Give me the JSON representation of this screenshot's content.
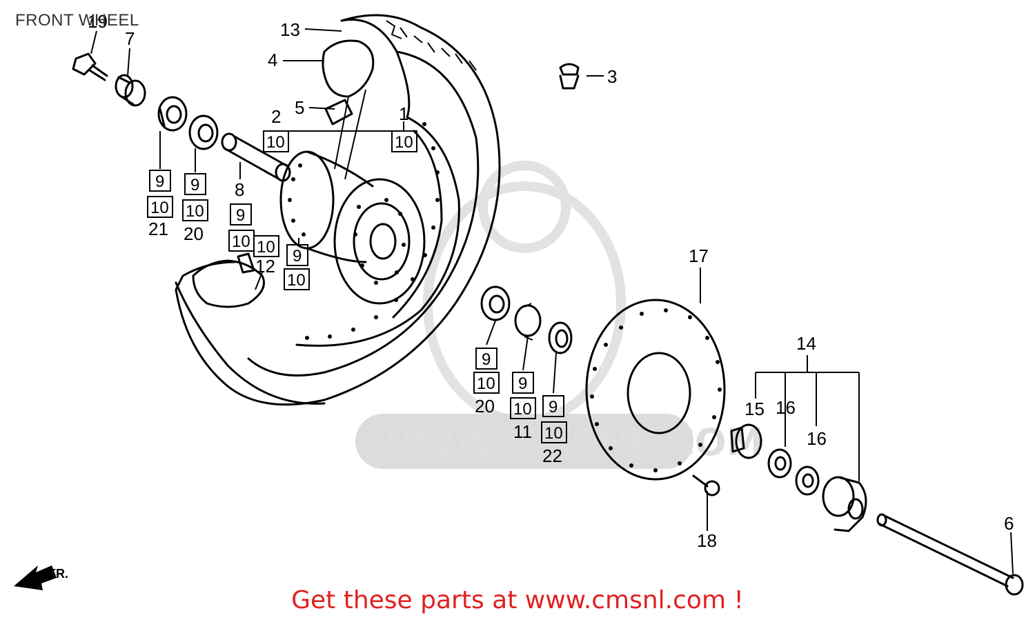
{
  "title": "FRONT WHEEL",
  "cta": "Get these parts at www.cmsnl.com !",
  "watermark_text": "WWW.CMSNL.COM",
  "colors": {
    "cta": "#e0201f",
    "line": "#000000",
    "watermark": "#dcdcdc"
  },
  "labels": {
    "p1": "1",
    "p2": "2",
    "p3": "3",
    "p4": "4",
    "p5": "5",
    "p6": "6",
    "p7": "7",
    "p8": "8",
    "p11": "11",
    "p12": "12",
    "p13": "13",
    "p14": "14",
    "p15": "15",
    "p16a": "16",
    "p16b": "16",
    "p17": "17",
    "p18": "18",
    "p19": "19",
    "p20a": "20",
    "p20b": "20",
    "p21": "21",
    "p22": "22"
  },
  "boxes": {
    "b10_2": "10",
    "b10_1": "10",
    "b9_21": "9",
    "b10_21": "10",
    "b9_20": "9",
    "b10_20": "10",
    "b9_12": "9",
    "b10_12a": "10",
    "b10_12b": "10",
    "b9_hub": "9",
    "b10_hub": "10",
    "b9_20b": "9",
    "b10_20b": "10",
    "b9_11": "9",
    "b10_11": "10",
    "b9_22": "9",
    "b10_22": "10"
  },
  "icons": {
    "front_arrow": "FR."
  }
}
